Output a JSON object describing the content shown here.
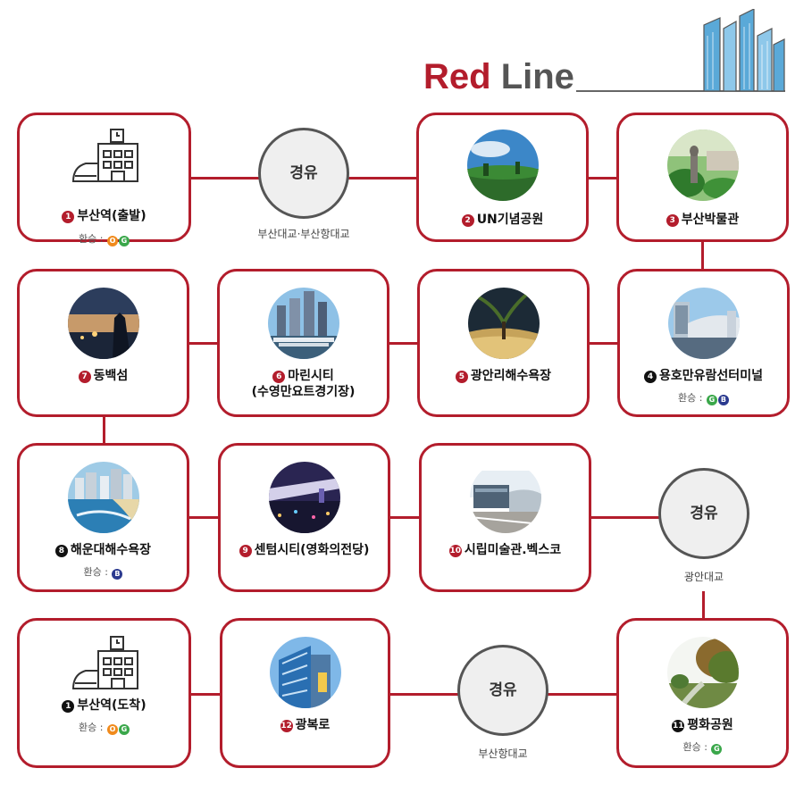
{
  "title": {
    "red": "Red",
    "grey": "Line"
  },
  "via_label": "경유",
  "transfer_label": "환승 :",
  "stops": [
    {
      "id": "s1-start",
      "num": "1",
      "dark": false,
      "name": "부산역(출발)",
      "name2": "",
      "transfer": [
        "O",
        "G"
      ]
    },
    {
      "id": "s2",
      "num": "2",
      "dark": false,
      "name": "UN기념공원",
      "name2": "",
      "transfer": []
    },
    {
      "id": "s3",
      "num": "3",
      "dark": false,
      "name": "부산박물관",
      "name2": "",
      "transfer": []
    },
    {
      "id": "s4",
      "num": "4",
      "dark": true,
      "name": "용호만유람선터미널",
      "name2": "",
      "transfer": [
        "G",
        "B"
      ]
    },
    {
      "id": "s5",
      "num": "5",
      "dark": false,
      "name": "광안리해수욕장",
      "name2": "",
      "transfer": []
    },
    {
      "id": "s6",
      "num": "6",
      "dark": false,
      "name": "마린시티",
      "name2": "(수영만요트경기장)",
      "transfer": []
    },
    {
      "id": "s7",
      "num": "7",
      "dark": false,
      "name": "동백섬",
      "name2": "",
      "transfer": []
    },
    {
      "id": "s8",
      "num": "8",
      "dark": true,
      "name": "해운대해수욕장",
      "name2": "",
      "transfer": [
        "B"
      ]
    },
    {
      "id": "s9",
      "num": "9",
      "dark": false,
      "name": "센텀시티(영화의전당)",
      "name2": "",
      "transfer": []
    },
    {
      "id": "s10",
      "num": "10",
      "dark": false,
      "name": "시립미술관.벡스코",
      "name2": "",
      "transfer": []
    },
    {
      "id": "s11",
      "num": "11",
      "dark": true,
      "name": "평화공원",
      "name2": "",
      "transfer": [
        "G"
      ]
    },
    {
      "id": "s12",
      "num": "12",
      "dark": false,
      "name": "광복로",
      "name2": "",
      "transfer": []
    },
    {
      "id": "s1-end",
      "num": "1",
      "dark": true,
      "name": "부산역(도착)",
      "name2": "",
      "transfer": [
        "O",
        "G"
      ]
    }
  ],
  "vias": [
    {
      "id": "via-1",
      "caption": "부산대교·부산항대교"
    },
    {
      "id": "via-2",
      "caption": "광안대교"
    },
    {
      "id": "via-3",
      "caption": "부산항대교"
    }
  ],
  "colors": {
    "accent": "#b31d2c",
    "orange": "#f08a1c",
    "green": "#3aa74a",
    "blue": "#2b3a8f"
  }
}
